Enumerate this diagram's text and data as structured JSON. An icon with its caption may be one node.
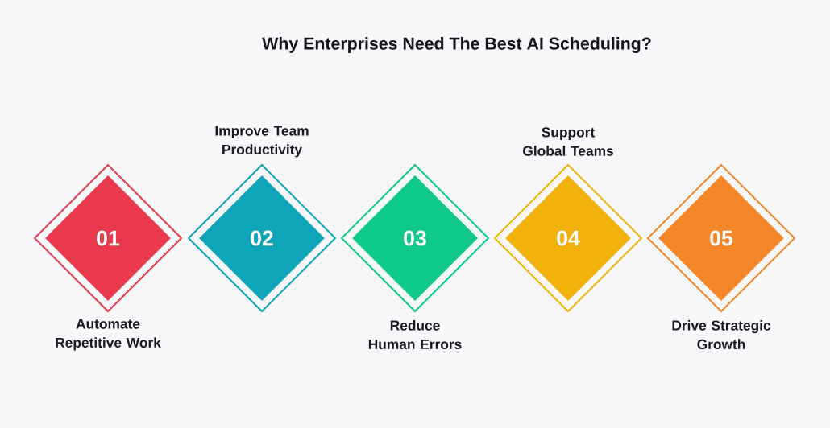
{
  "diagram": {
    "title": "Why Enterprises Need The Best AI Scheduling?",
    "nodes": [
      {
        "text": [
          "01"
        ],
        "beside": [
          "Automate Repetitive Work"
        ]
      },
      {
        "text": [
          "02"
        ],
        "beside": [
          "Improve Team Productivity"
        ]
      },
      {
        "text": [
          "03"
        ],
        "beside": [
          "Reduce Human Errors"
        ]
      },
      {
        "text": [
          "04"
        ],
        "beside": [
          "Support Global Teams"
        ]
      },
      {
        "text": [
          "05"
        ],
        "beside": [
          "Drive Strategic Growth"
        ]
      }
    ]
  }
}
